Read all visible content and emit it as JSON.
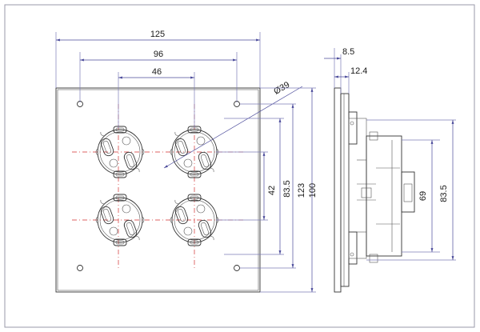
{
  "front_view": {
    "dims": {
      "width_overall": "125",
      "width_outer_holes": "96",
      "width_socket_pitch": "46",
      "diameter": "Ø39",
      "height_socket_pitch": "42",
      "height_outer": "83.5",
      "height_frame": "123",
      "height_inner": "100"
    }
  },
  "side_view": {
    "dims": {
      "depth_front": "8.5",
      "depth_plate": "12.4",
      "height_body": "69",
      "height_outer": "83.5"
    }
  },
  "colors": {
    "border": "#9a9aa8",
    "dimension": "#4a4a9a",
    "centerline": "#d23030",
    "outline": "#333333"
  }
}
